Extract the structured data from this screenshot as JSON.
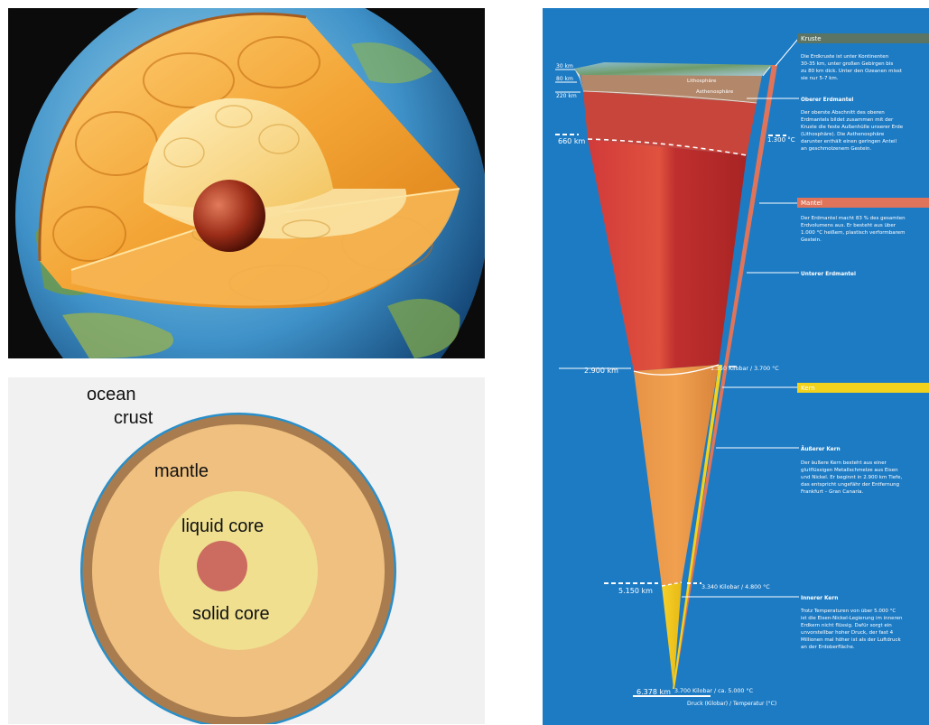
{
  "simple_diagram": {
    "labels": {
      "ocean": "ocean",
      "crust": "crust",
      "mantle": "mantle",
      "liquid_core": "liquid core",
      "solid_core": "solid core"
    },
    "colors": {
      "background": "#f1f1f1",
      "ocean": "#2a8fc9",
      "crust": "#a87c4e",
      "mantle": "#efc07f",
      "liquid_core": "#efdf8f",
      "solid_core": "#cc6b60",
      "solid_core_text": "#a13a28"
    }
  },
  "wedge_diagram": {
    "depths": {
      "d30": "30 km",
      "d80": "80 km",
      "d220": "220 km",
      "d660": "660 km",
      "d2900": "2.900 km",
      "d5150": "5.150 km",
      "d6378": "6.378 km"
    },
    "values": {
      "t1300": "1.300 °C",
      "p2900": "1.350 Kilobar / 3.700 °C",
      "p5150": "3.340 Kilobar / 4.800 °C",
      "p6378": "3.700 Kilobar / ca. 5.000 °C",
      "footer": "Druck (Kilobar) / Temperatur (°C)"
    },
    "surface": {
      "lithosphaere": "Lithosphäre",
      "asthenosphaere": "Asthenosphäre"
    },
    "sections": {
      "kruste": {
        "title": "Kruste",
        "lines": [
          "Die Erdkruste ist unter Kontinenten",
          "30-35 km, unter großen Gebirgen bis",
          "zu 80 km dick. Unter den Ozeanen misst",
          "sie nur 5-7 km."
        ]
      },
      "oberer": {
        "title": "Oberer Erdmantel",
        "lines": [
          "Der oberste Abschnitt des oberen",
          "Erdmantels bildet zusammen mit der",
          "Kruste die feste Außenhülle unserer Erde",
          "(Lithosphäre). Die Asthenosphäre",
          "darunter enthält einen geringen Anteil",
          "an geschmolzenem Gestein."
        ]
      },
      "mantel": {
        "title": "Mantel",
        "lines": [
          "Der Erdmantel macht 83 % des gesamten",
          "Erdvolumens aus. Er besteht aus über",
          "1.000 °C heißem, plastisch verformbarem",
          "Gestein."
        ]
      },
      "unterer": {
        "title": "Unterer Erdmantel"
      },
      "kern": {
        "title": "Kern"
      },
      "aeusserer": {
        "title": "Äußerer Kern",
        "lines": [
          "Der äußere Kern besteht aus einer",
          "glutflüssigen Metallschmelze aus Eisen",
          "und Nickel. Er beginnt in 2.900 km Tiefe,",
          "das entspricht ungefähr der Entfernung",
          "Frankfurt – Gran Canaria."
        ]
      },
      "innerer": {
        "title": "Innerer Kern",
        "lines": [
          "Trotz Temperaturen von über 5.000 °C",
          "ist die Eisen-Nickel-Legierung im inneren",
          "Erdkern nicht flüssig. Dafür sorgt ein",
          "unvorstellbar hoher Druck, der fast 4",
          "Millionen mal höher ist als der Luftdruck",
          "an der Erdoberfläche."
        ]
      }
    },
    "colors": {
      "background": "#1d7bc4",
      "kruste_bar": "#5b7463",
      "mantel_bar": "#e0745a",
      "kern_bar": "#f2d21c"
    }
  }
}
